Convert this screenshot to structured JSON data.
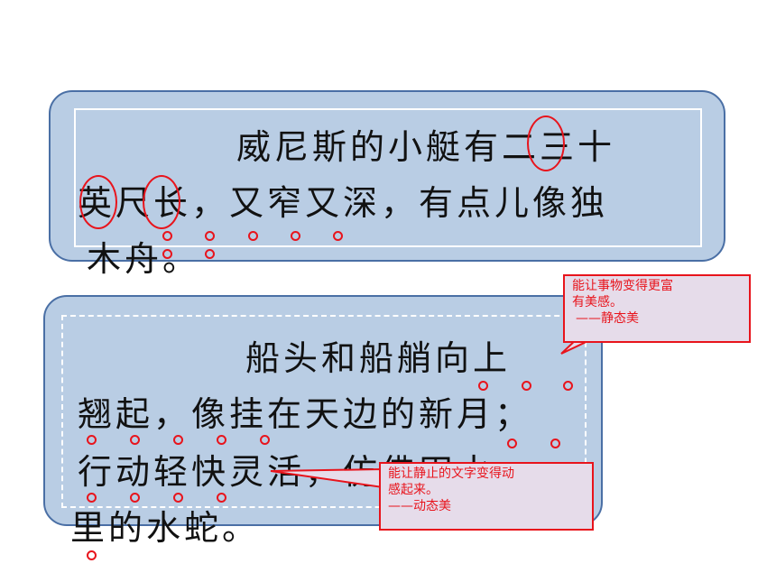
{
  "passage1": {
    "line1": "威尼斯的小艇有二三十",
    "line2": "英尺长，又窄又深，有点儿像独",
    "line3": "木舟。"
  },
  "passage2": {
    "line1": "船头和船艄向上",
    "line2": "翘起，像挂在天边的新月；",
    "line3": "行动轻快灵活，仿佛田水",
    "line4": "里的水蛇。"
  },
  "callout_static": {
    "line1": "能让事物变得更富",
    "line2": "有美感。",
    "line3": "——静态美"
  },
  "callout_dynamic": {
    "line1": "能让静止的文字变得动",
    "line2": "感起来。",
    "line3": "——动态美"
  },
  "colors": {
    "box_fill": "#b9cde4",
    "box_border": "#4a6fa5",
    "annotation": "#e8141c",
    "callout_fill": "#e6dcea"
  }
}
